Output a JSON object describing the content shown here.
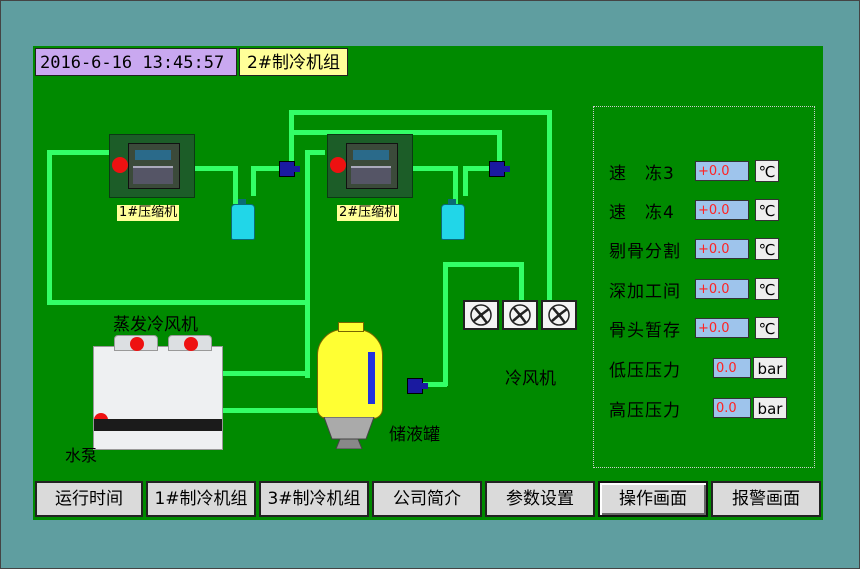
{
  "header": {
    "datetime": "2016-6-16 13:45:57",
    "unit_title": "2#制冷机组"
  },
  "diagram": {
    "compressor1_label": "1#压缩机",
    "compressor2_label": "2#压缩机",
    "evaporative_condenser_label": "蒸发冷风机",
    "water_pump_label": "水泵",
    "receiver_label": "储液罐",
    "air_cooler_label": "冷风机"
  },
  "readings": [
    {
      "name": "速　冻3",
      "value": "+0.0",
      "unit": "℃"
    },
    {
      "name": "速　冻4",
      "value": "+0.0",
      "unit": "℃"
    },
    {
      "name": "剔骨分割",
      "value": "+0.0",
      "unit": "℃"
    },
    {
      "name": "深加工间",
      "value": "+0.0",
      "unit": "℃"
    },
    {
      "name": "骨头暂存",
      "value": "+0.0",
      "unit": "℃"
    },
    {
      "name": "低压压力",
      "value": "0.0",
      "unit": "bar"
    },
    {
      "name": "高压压力",
      "value": "0.0",
      "unit": "bar"
    }
  ],
  "nav": {
    "run_time": "运行时间",
    "unit1": "1#制冷机组",
    "unit3": "3#制冷机组",
    "company": "公司简介",
    "params": "参数设置",
    "operation": "操作画面",
    "alarm": "报警画面"
  },
  "colors": {
    "panel": "#008a00",
    "pipe": "#33ff66",
    "alarm_dot": "#ee1111",
    "value_bg": "#9ec4ec",
    "value_text": "#ff2222"
  }
}
